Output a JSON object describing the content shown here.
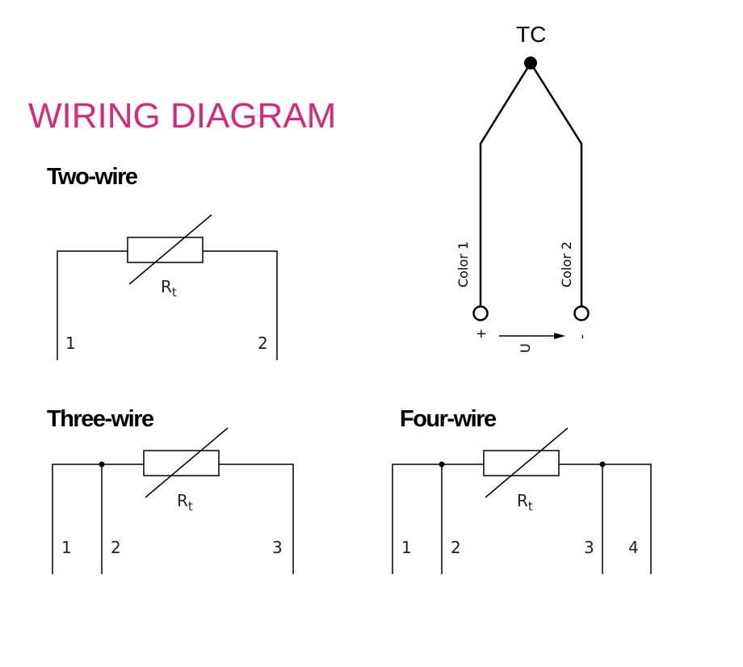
{
  "title": "WIRING DIAGRAM",
  "accent_color": "#d42a7b",
  "two_wire": {
    "heading": "Two-wire",
    "resistor": "R",
    "resistor_sub": "t",
    "terminals": [
      "1",
      "2"
    ]
  },
  "three_wire": {
    "heading": "Three-wire",
    "resistor": "R",
    "resistor_sub": "t",
    "terminals": [
      "1",
      "2",
      "3"
    ]
  },
  "four_wire": {
    "heading": "Four-wire",
    "resistor": "R",
    "resistor_sub": "t",
    "terminals": [
      "1",
      "2",
      "3",
      "4"
    ]
  },
  "thermocouple": {
    "label": "TC",
    "wire1": "Color 1",
    "wire2": "Color 2",
    "plus": "+",
    "minus": "-",
    "voltage": "U"
  }
}
